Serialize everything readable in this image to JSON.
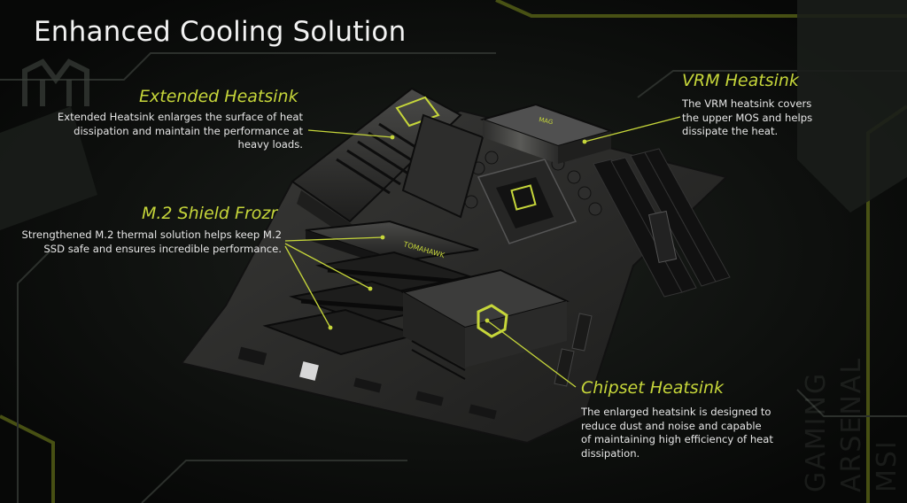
{
  "page": {
    "title": "Enhanced Cooling Solution"
  },
  "callouts": {
    "extended_heatsink": {
      "title": "Extended Heatsink",
      "lines": [
        "Extended Heatsink enlarges the surface of heat",
        "dissipation and maintain the performance at",
        "heavy loads."
      ]
    },
    "vrm_heatsink": {
      "title": "VRM Heatsink",
      "lines": [
        "The VRM heatsink covers",
        "the upper MOS and helps",
        "dissipate the heat."
      ]
    },
    "m2_shield": {
      "title": "M.2 Shield Frozr",
      "lines": [
        "Strengthened M.2 thermal solution helps keep M.2",
        "SSD safe and ensures incredible performance."
      ]
    },
    "chipset_heatsink": {
      "title": "Chipset Heatsink",
      "lines": [
        "The enlarged heatsink is designed to",
        "reduce dust and noise and capable",
        "of maintaining high efficiency of heat",
        "dissipation."
      ]
    }
  },
  "board_labels": {
    "heatsink_badge": "TOMAHAWK"
  },
  "watermark": {
    "lines": [
      "MSI",
      "ARSENAL",
      "GAMING"
    ]
  },
  "colors": {
    "accent": "#c6d63a",
    "background": "#0c0e0c",
    "text": "#e6e6e6"
  }
}
